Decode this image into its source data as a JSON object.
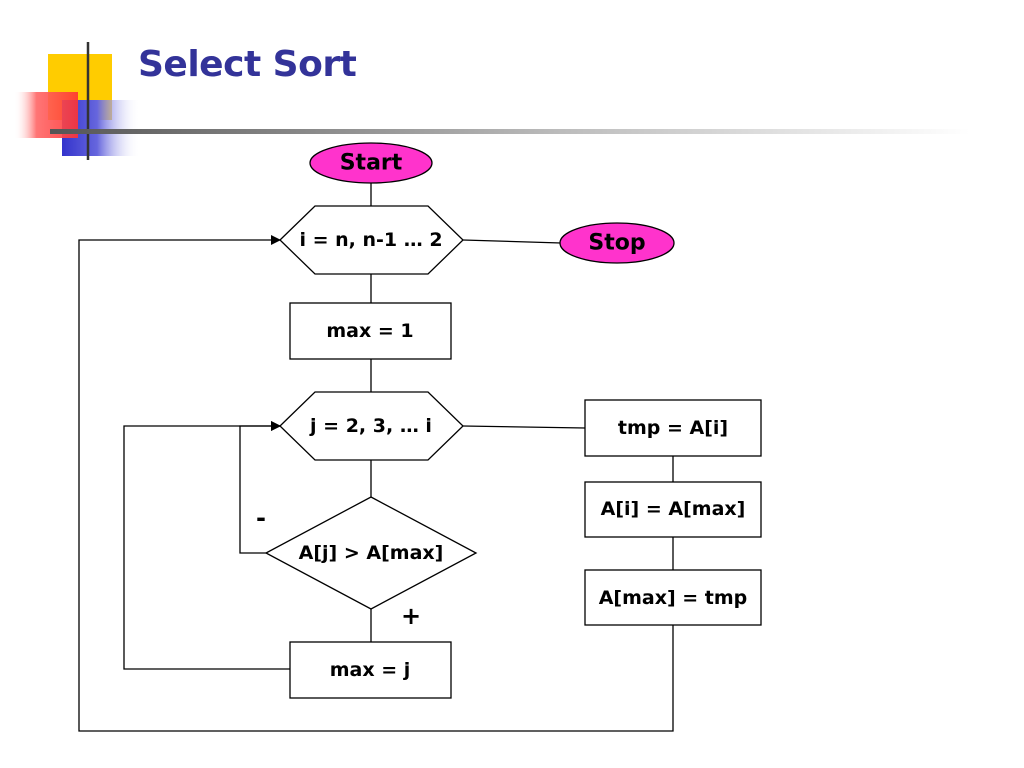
{
  "slide": {
    "title": "Select Sort"
  },
  "colors": {
    "title": "#333399",
    "terminal_fill": "#FF33CC",
    "deco_yellow": "#FFCC00",
    "deco_red": "#FF3333",
    "deco_blue": "#3333CC"
  },
  "flowchart": {
    "start": "Start",
    "stop": "Stop",
    "outer_loop": "i = n, n-1 … 2",
    "init_max": "max = 1",
    "inner_loop": "j = 2, 3, … i",
    "condition": "A[j] > A[max]",
    "condition_false": "-",
    "condition_true": "+",
    "update_max": "max = j",
    "swap_1": "tmp = A[i]",
    "swap_2": "A[i] = A[max]",
    "swap_3": "A[max] = tmp"
  }
}
